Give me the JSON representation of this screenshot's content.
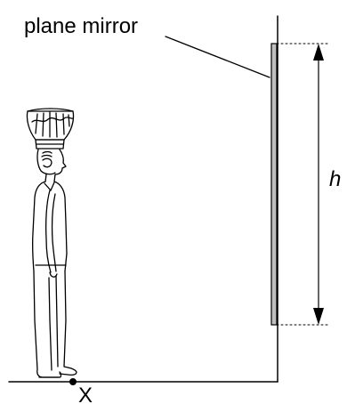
{
  "labels": {
    "mirror": "plane mirror",
    "height": "h",
    "point": "X"
  },
  "colors": {
    "ink": "#000000",
    "mirror_fill": "#bfbfbf",
    "background": "#ffffff"
  }
}
